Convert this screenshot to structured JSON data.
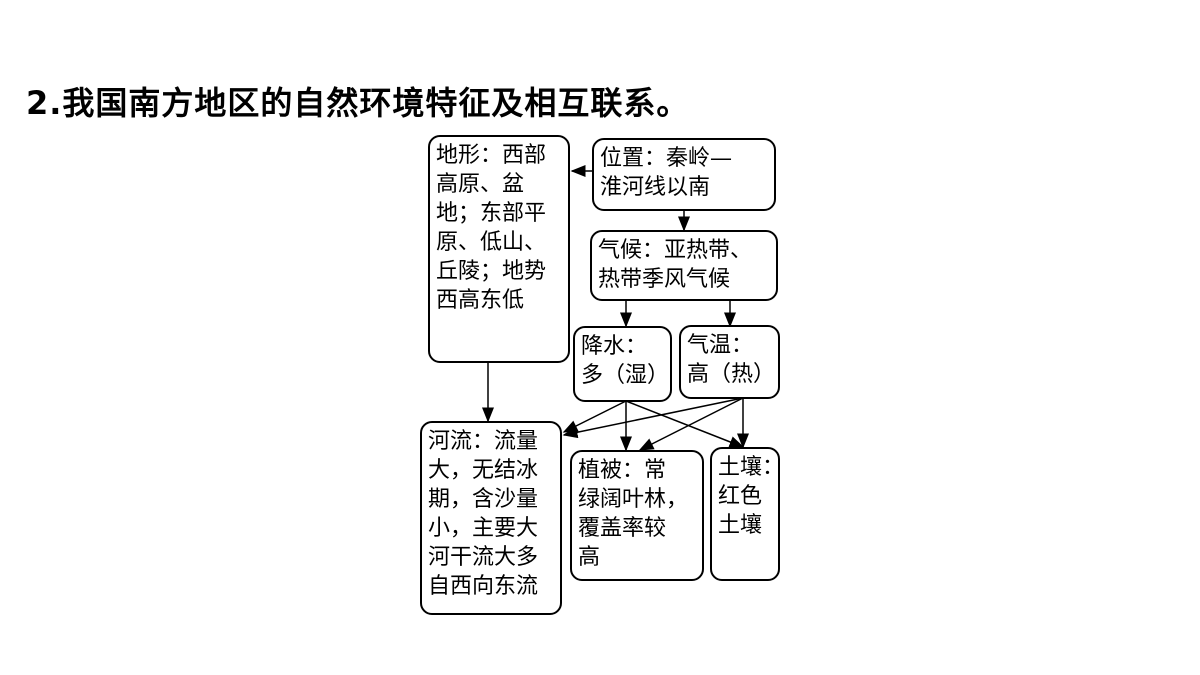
{
  "heading": "2.我国南方地区的自然环境特征及相互联系。",
  "nodes": {
    "terrain": [
      "地形：西部",
      "高原、盆",
      "地；东部平",
      "原、低山、",
      "丘陵；地势",
      "西高东低"
    ],
    "location": [
      "位置：秦岭—",
      "淮河线以南"
    ],
    "climate": [
      "气候：亚热带、",
      "热带季风气候"
    ],
    "precipitation": [
      "降水：",
      "多（湿）"
    ],
    "temperature": [
      "气温：",
      "高（热）"
    ],
    "river": [
      "河流：流量",
      "大，无结冰",
      "期，含沙量",
      "小，主要大",
      "河干流大多",
      "自西向东流"
    ],
    "vegetation": [
      "植被：常",
      "绿阔叶林，",
      "覆盖率较",
      "高"
    ],
    "soil": [
      "土壤：",
      "红色",
      "土壤"
    ]
  }
}
